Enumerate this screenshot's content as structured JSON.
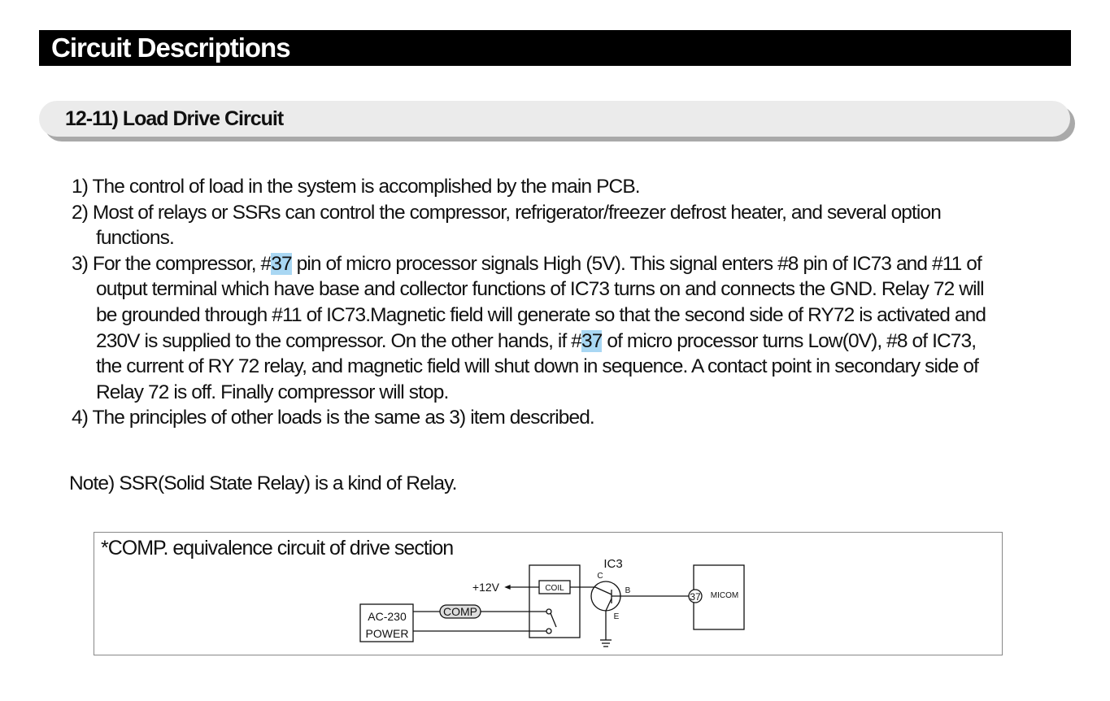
{
  "header": {
    "title": "Circuit Descriptions"
  },
  "section": {
    "title": "12-11) Load Drive Circuit"
  },
  "items": {
    "i1": "1) The control of load in the system is accomplished by the main PCB.",
    "i2a": "2) Most of relays or SSRs can control the compressor, refrigerator/freezer defrost heater, and several option",
    "i2b": "functions.",
    "i3a_pre": "3) For the compressor, #",
    "i3a_hl": "37",
    "i3a_post": " pin of micro processor signals High (5V). This signal enters #8 pin of IC73 and #11 of",
    "i3b": "output terminal which have base and collector functions of IC73 turns on and connects the GND. Relay 72 will",
    "i3c": "be grounded through #11 of IC73.Magnetic field will generate so that the second side of RY72 is activated and",
    "i3d_pre": "230V is supplied to the compressor. On the other hands, if #",
    "i3d_hl": "37",
    "i3d_post": " of micro processor turns Low(0V), #8 of IC73,",
    "i3e": "the current of RY 72 relay, and magnetic field will shut down in sequence. A contact point in secondary side of",
    "i3f": "Relay 72 is off. Finally compressor will stop.",
    "i4": "4) The principles of other loads is the same as 3) item described."
  },
  "note": "Note) SSR(Solid State Relay) is a kind of Relay.",
  "diagram": {
    "title": "*COMP. equivalence circuit of drive section",
    "v12": "+12V",
    "coil": "COIL",
    "ic": "IC3",
    "c": "C",
    "b": "B",
    "e": "E",
    "pin": "37",
    "micom": "MICOM",
    "power1": "AC-230",
    "power2": "POWER",
    "comp": "COMP"
  }
}
